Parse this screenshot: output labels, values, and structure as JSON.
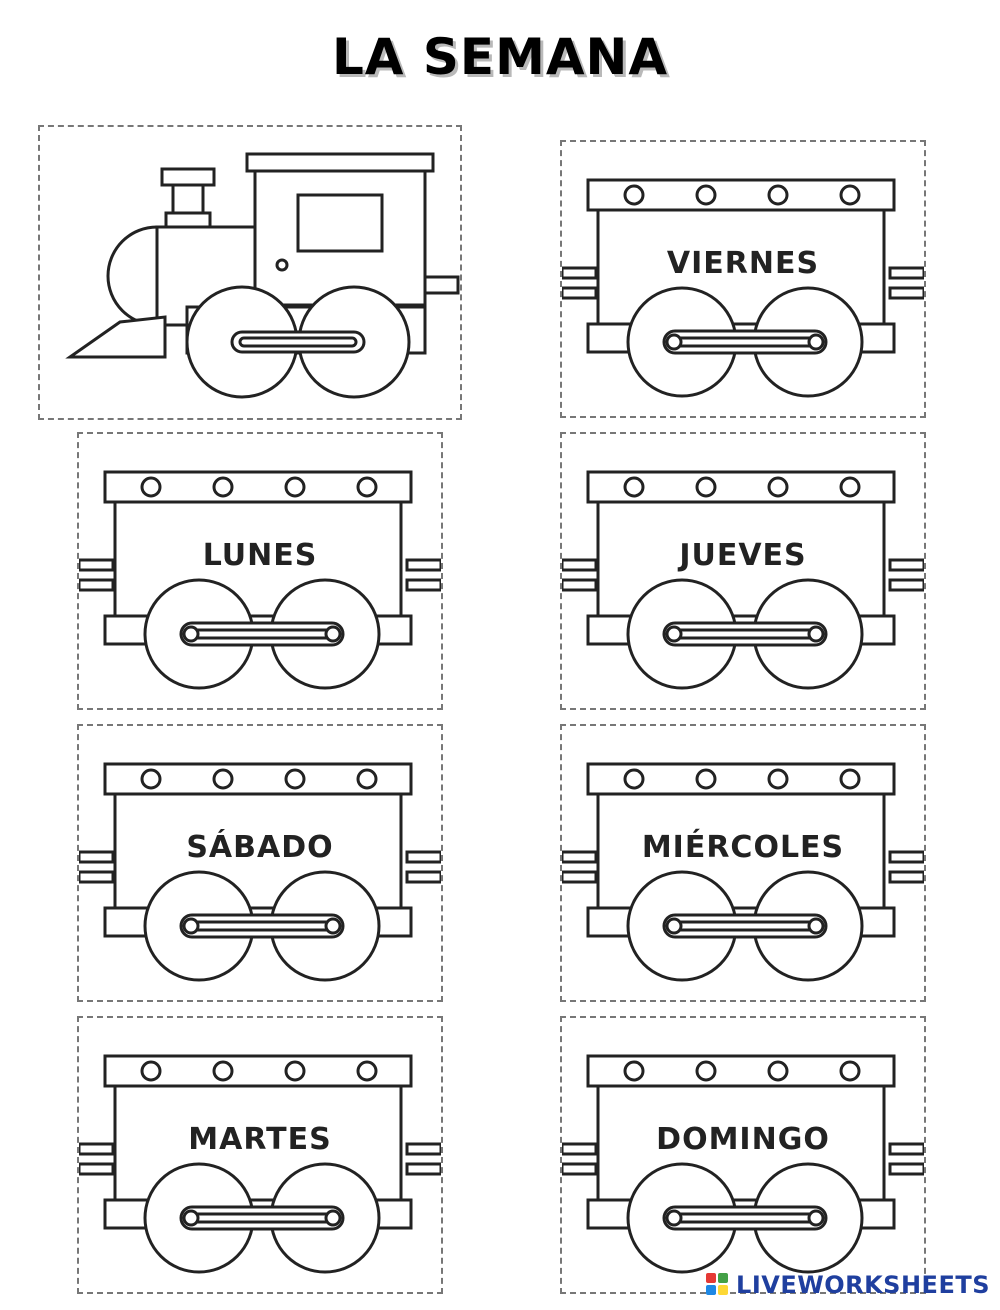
{
  "title": "LA SEMANA",
  "wagons": [
    {
      "label": "VIERNES"
    },
    {
      "label": "LUNES"
    },
    {
      "label": "JUEVES"
    },
    {
      "label": "SÁBADO"
    },
    {
      "label": "MIÉRCOLES"
    },
    {
      "label": "MARTES"
    },
    {
      "label": "DOMINGO"
    }
  ],
  "branding": {
    "text": "LIVEWORKSHEETS",
    "colors": [
      "#e53935",
      "#43a047",
      "#1e88e5",
      "#fdd835"
    ]
  },
  "colors": {
    "line": "#222222",
    "dash": "#777777",
    "brand_text": "#1f3f9f"
  }
}
